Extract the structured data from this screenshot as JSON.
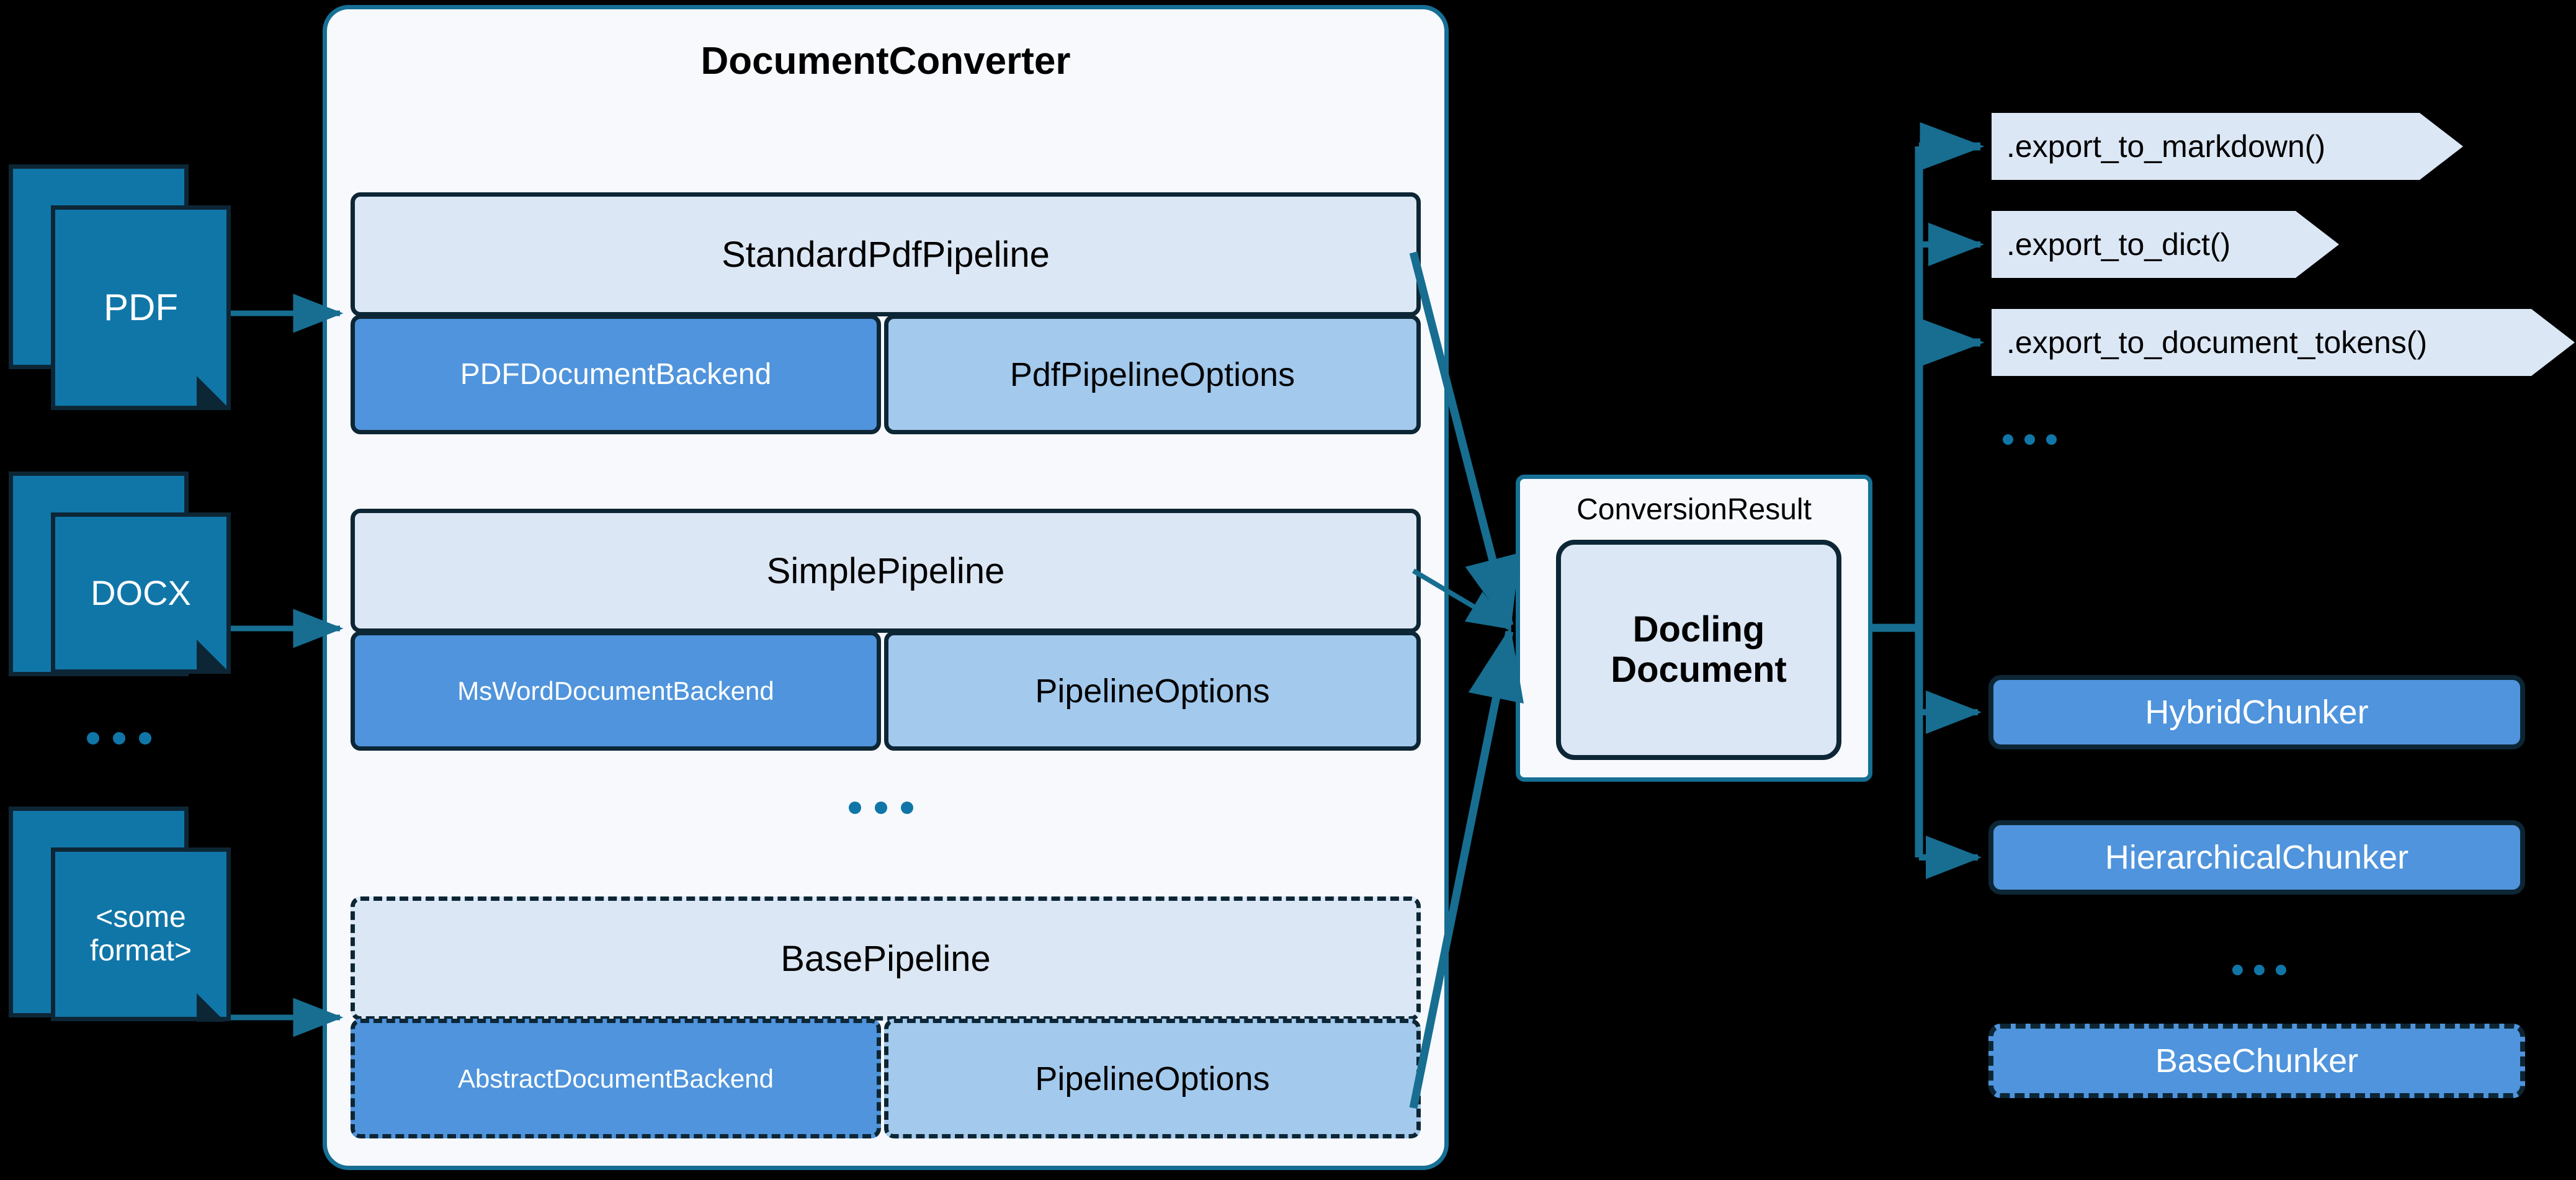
{
  "inputs": [
    {
      "label": "PDF",
      "name": "pdf"
    },
    {
      "label": "DOCX",
      "name": "docx"
    },
    {
      "label": "<some\nformat>",
      "name": "some-format"
    }
  ],
  "input_ellipsis": "...",
  "converter": {
    "title": "DocumentConverter",
    "inner_ellipsis": "...",
    "pipelines": [
      {
        "name": "standard-pdf-pipeline",
        "head": "StandardPdfPipeline",
        "backend": "PDFDocumentBackend",
        "options": "PdfPipelineOptions",
        "dashed": false
      },
      {
        "name": "simple-pipeline",
        "head": "SimplePipeline",
        "backend": "MsWordDocumentBackend",
        "options": "PipelineOptions",
        "dashed": false
      },
      {
        "name": "base-pipeline",
        "head": "BasePipeline",
        "backend": "AbstractDocumentBackend",
        "options": "PipelineOptions",
        "dashed": true
      }
    ]
  },
  "conversion_result": {
    "label": "ConversionResult",
    "document": "Docling\nDocument"
  },
  "exports": [
    {
      "label": ".export_to_markdown()",
      "name": "export-to-markdown"
    },
    {
      "label": ".export_to_dict()",
      "name": "export-to-dict"
    },
    {
      "label": ".export_to_document_tokens()",
      "name": "export-to-document-tokens"
    }
  ],
  "export_ellipsis": "...",
  "chunkers": [
    {
      "label": "HybridChunker",
      "name": "hybrid-chunker",
      "dashed": false
    },
    {
      "label": "HierarchicalChunker",
      "name": "hierarchical-chunker",
      "dashed": false
    },
    {
      "label": "BaseChunker",
      "name": "base-chunker",
      "dashed": true
    }
  ],
  "chunker_ellipsis": "...",
  "colors": {
    "background": "#000000",
    "doc_fill": "#1076a8",
    "doc_stroke": "#0d2635",
    "container_fill": "#f7f9fd",
    "container_stroke": "#166f94",
    "pipeline_head_fill": "#dce7f5",
    "backend_fill": "#4f94dc",
    "options_fill": "#a3c9ec",
    "wire": "#176e91",
    "ellipsis_dot": "#1076a8"
  }
}
